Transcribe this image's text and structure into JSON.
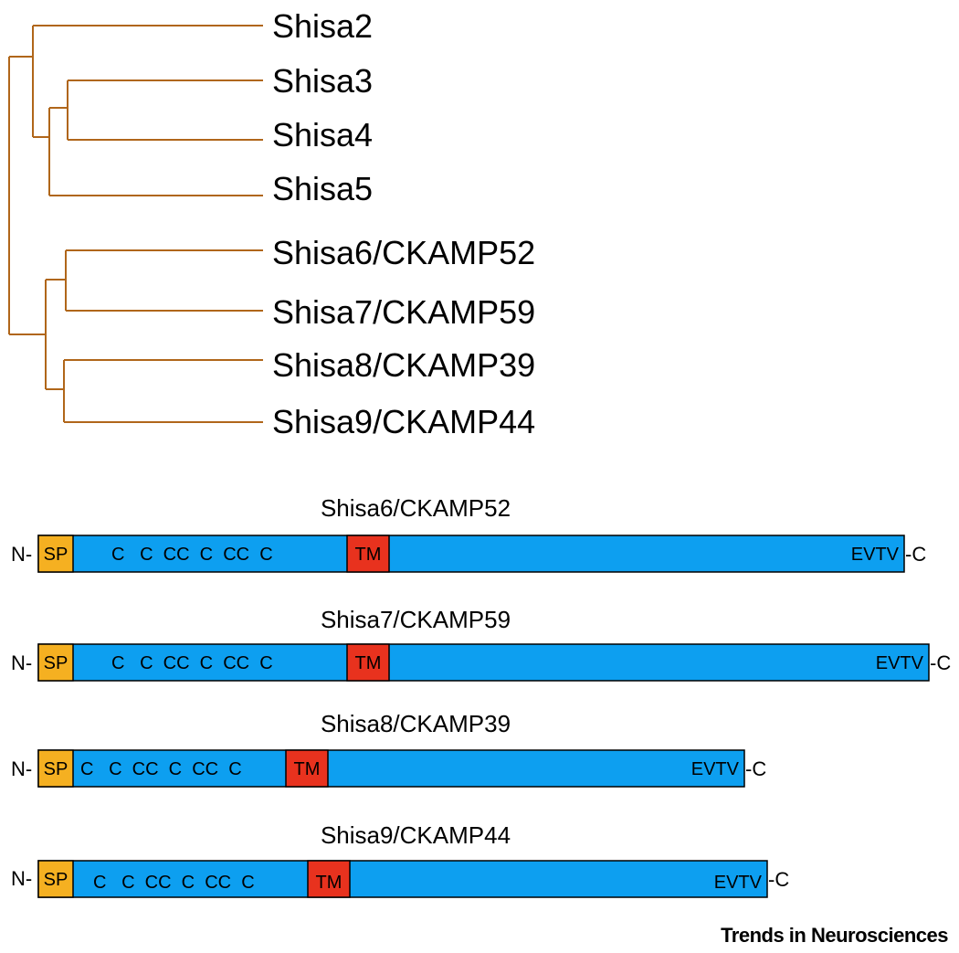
{
  "tree": {
    "leaves": [
      "Shisa2",
      "Shisa3",
      "Shisa4",
      "Shisa5",
      "Shisa6/CKAMP52",
      "Shisa7/CKAMP59",
      "Shisa8/CKAMP39",
      "Shisa9/CKAMP44"
    ],
    "branch_color": "#b0661a"
  },
  "proteins": [
    {
      "name": "Shisa6/CKAMP52",
      "n_term": "N-",
      "c_term": "-C",
      "sp_label": "SP",
      "cysteines": "C   C  CC  C  CC  C",
      "tm_label": "TM",
      "motif": "EVTV"
    },
    {
      "name": "Shisa7/CKAMP59",
      "n_term": "N-",
      "c_term": "-C",
      "sp_label": "SP",
      "cysteines": "C   C  CC  C  CC  C",
      "tm_label": "TM",
      "motif": "EVTV"
    },
    {
      "name": "Shisa8/CKAMP39",
      "n_term": "N-",
      "c_term": "-C",
      "sp_label": "SP",
      "cysteines": "C   C  CC  C  CC  C",
      "tm_label": "TM",
      "motif": "EVTV"
    },
    {
      "name": "Shisa9/CKAMP44",
      "n_term": "N-",
      "c_term": "-C",
      "sp_label": "SP",
      "cysteines": "C   C  CC  C  CC  C",
      "tm_label": "TM",
      "motif": "EVTV"
    }
  ],
  "colors": {
    "sp": "#f5b021",
    "body": "#0d9ff0",
    "tm": "#e8321e",
    "outline": "#000000"
  },
  "footer": "Trends in Neurosciences"
}
